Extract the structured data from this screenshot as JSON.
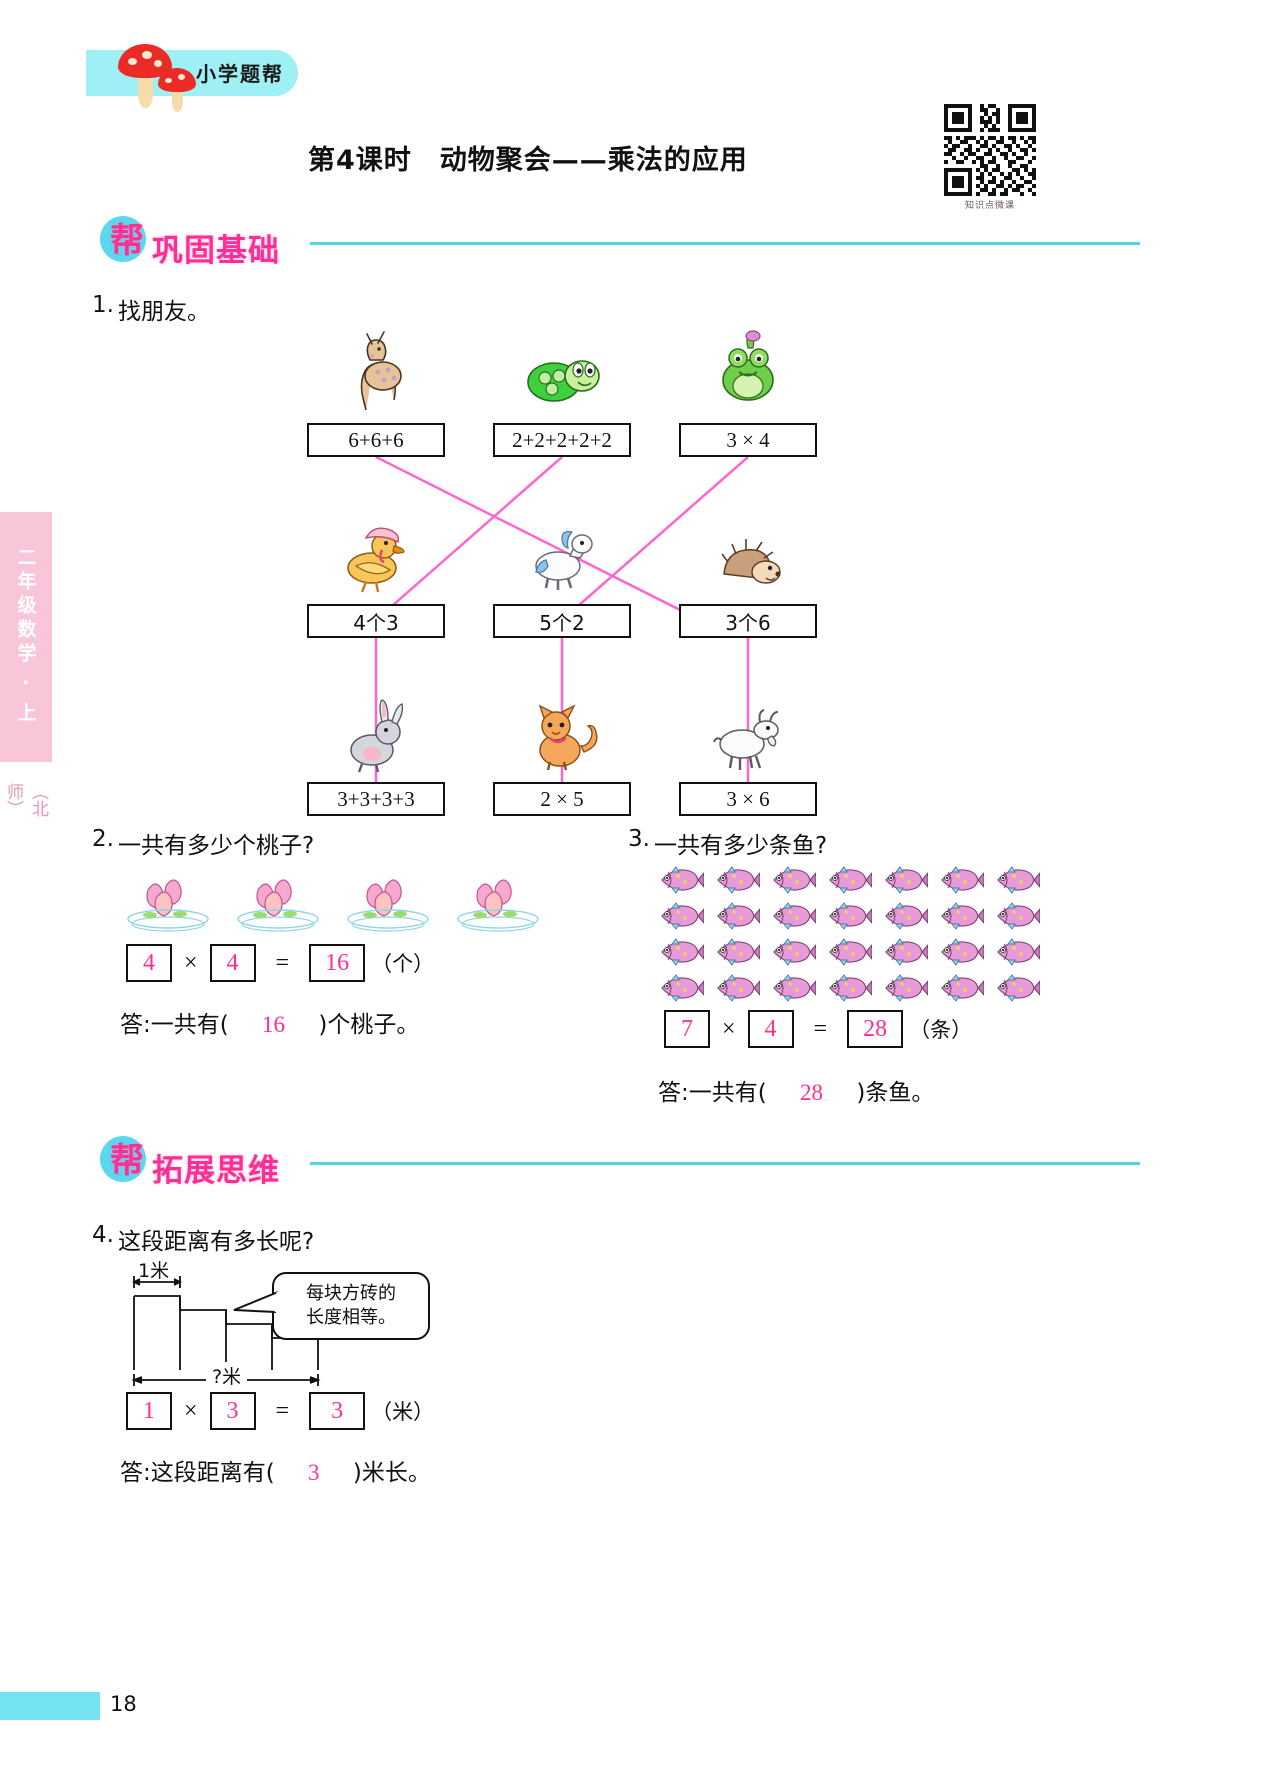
{
  "header": {
    "brand": "小学题帮",
    "title": "第4课时　动物聚会——乘法的应用",
    "qr_caption": "知识点微课"
  },
  "side_tab": {
    "grade": "二年级数学 · 上",
    "edition": "（北师）"
  },
  "sections": [
    {
      "badge": "帮",
      "label": "巩固基础"
    },
    {
      "badge": "帮",
      "label": "拓展思维"
    }
  ],
  "q1": {
    "number": "1.",
    "prompt": "找朋友。",
    "row1": [
      {
        "animal": "deer-icon",
        "expr": "6+6+6"
      },
      {
        "animal": "turtle-icon",
        "expr": "2+2+2+2+2"
      },
      {
        "animal": "frog-icon",
        "expr": "3 × 4"
      }
    ],
    "row2": [
      {
        "animal": "duck-icon",
        "expr": "4个3"
      },
      {
        "animal": "pony-icon",
        "expr": "5个2"
      },
      {
        "animal": "hedgehog-icon",
        "expr": "3个6"
      }
    ],
    "row3": [
      {
        "animal": "rabbit-icon",
        "expr": "3+3+3+3"
      },
      {
        "animal": "cat-icon",
        "expr": "2 × 5"
      },
      {
        "animal": "goat-icon",
        "expr": "3 × 6"
      }
    ]
  },
  "q2": {
    "number": "2.",
    "prompt": "一共有多少个桃子?",
    "plates": 4,
    "peaches_per_plate": 4,
    "eq": {
      "a": "4",
      "op1": "×",
      "b": "4",
      "eqsign": "=",
      "result": "16",
      "unit": "（个）"
    },
    "answer_prefix": "答:一共有(",
    "answer_value": "16",
    "answer_suffix": ")个桃子。"
  },
  "q3": {
    "number": "3.",
    "prompt": "一共有多少条鱼?",
    "rows": 4,
    "cols": 7,
    "eq": {
      "a": "7",
      "op1": "×",
      "b": "4",
      "eqsign": "=",
      "result": "28",
      "unit": "（条）"
    },
    "answer_prefix": "答:一共有(",
    "answer_value": "28",
    "answer_suffix": ")条鱼。"
  },
  "q4": {
    "number": "4.",
    "prompt": "这段距离有多长呢?",
    "label_top": "1米",
    "label_bottom": "?米",
    "bubble_line1": "每块方砖的",
    "bubble_line2": "长度相等。",
    "eq": {
      "a": "1",
      "op1": "×",
      "b": "3",
      "eqsign": "=",
      "result": "3",
      "unit": "（米）"
    },
    "answer_prefix": "答:这段距离有(",
    "answer_value": "3",
    "answer_suffix": ")米长。"
  },
  "footer": {
    "page": "18"
  },
  "colors": {
    "accent_pink": "#ff2e95",
    "accent_cyan": "#5ad8ef",
    "banner": "#9ff0f4",
    "side_tab": "#f9c6d9",
    "line_pink": "#ff66cc"
  }
}
